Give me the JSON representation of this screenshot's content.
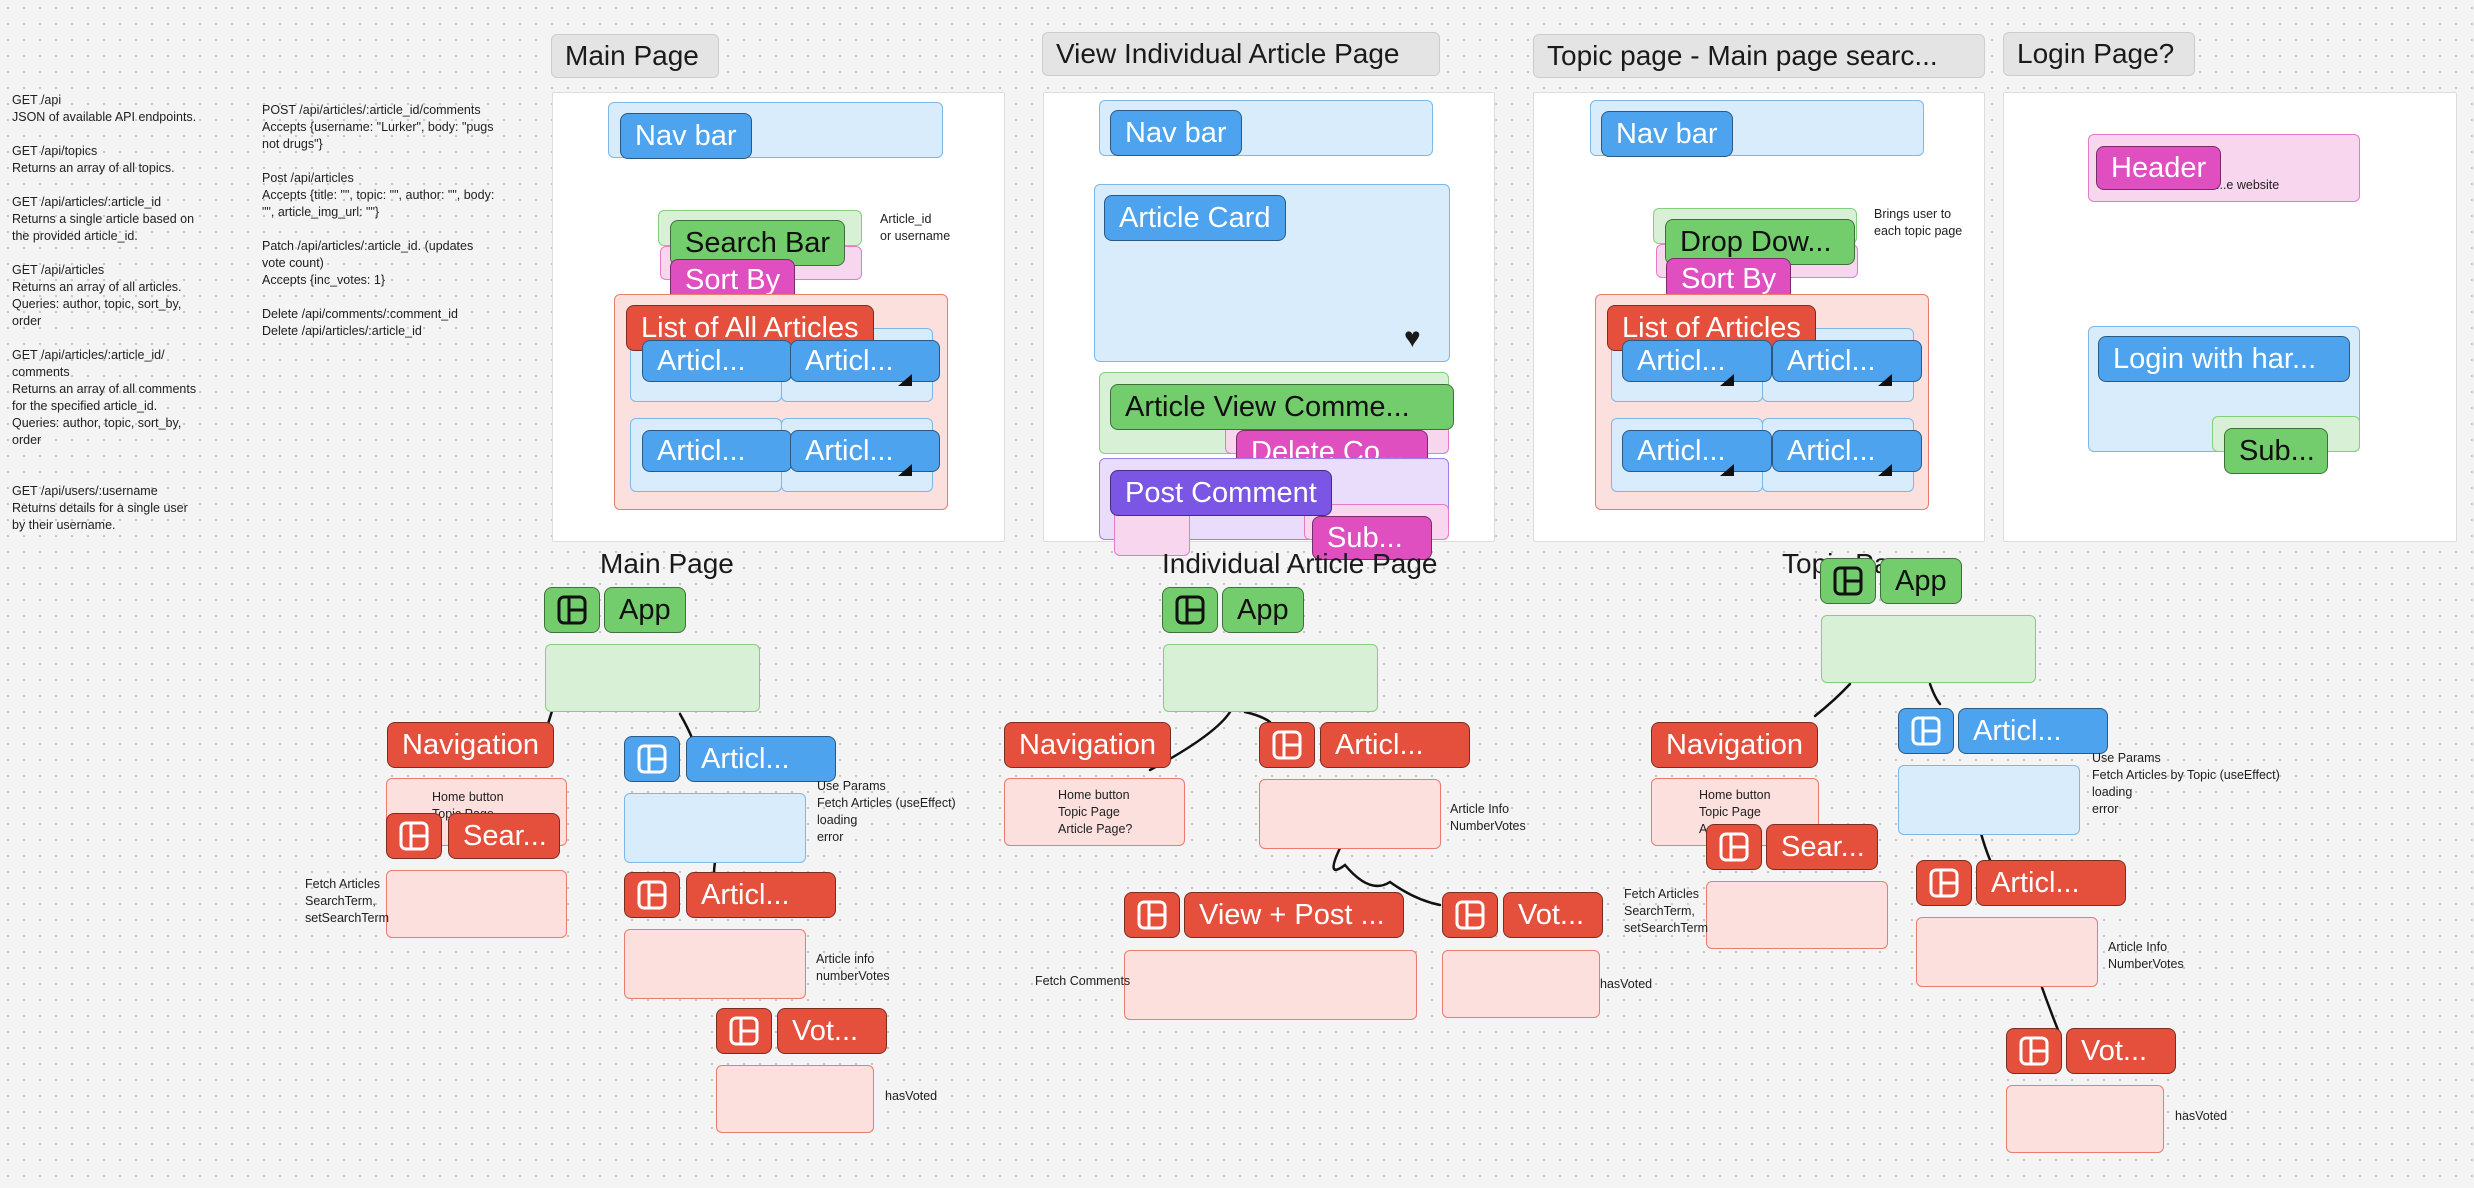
{
  "notes": {
    "api_left": "GET /api\n JSON of available API endpoints.\n\nGET /api/topics\nReturns an array of all topics.\n\nGET /api/articles/:article_id\nReturns a single article based on\nthe provided article_id.\n\nGET /api/articles\nReturns an array of all articles.\nQueries: author, topic, sort_by,\norder\n\nGET /api/articles/:article_id/\ncomments\nReturns an array of all comments\nfor the specified article_id.\nQueries: author, topic, sort_by,\norder\n\n\nGET /api/users/:username\nReturns details for a single user\nby their username.",
    "api_right": "POST /api/articles/:article_id/comments\nAccepts {username: \"Lurker\", body: \"pugs\nnot drugs\"}\n\nPost /api/articles\nAccepts {title: \"\", topic: \"\", author: \"\", body:\n\"\", article_img_url: \"\"}\n\nPatch /api/articles/:article_id.   (updates\nvote count)\nAccepts {inc_votes: 1}\n\nDelete /api/comments/:comment_id\nDelete /api/articles/:article_id"
  },
  "frames": {
    "main": {
      "title": "Main Page",
      "nav": "Nav bar",
      "search": "Search Bar",
      "sort": "Sort By",
      "list": "List of All Articles",
      "article": "Articl...",
      "side_note": "Article_id\nor username"
    },
    "article": {
      "title": "View Individual Article Page",
      "nav": "Nav bar",
      "card": "Article Card",
      "comments": "Article View Comme...",
      "delete": "Delete Co...",
      "post": "Post Comment",
      "submit": "Sub..."
    },
    "topic": {
      "title": "Topic page - Main page searc...",
      "nav": "Nav bar",
      "dropdown": "Drop Dow...",
      "sort": "Sort By",
      "list": "List of Articles",
      "article": "Articl...",
      "side_note": "Brings user to\neach topic page"
    },
    "login": {
      "title": "Login Page?",
      "header": "Header",
      "header_note": "...e website",
      "login": "Login with har...",
      "submit": "Sub..."
    }
  },
  "trees": {
    "main": {
      "title": "Main Page",
      "app": "App",
      "navigation": "Navigation",
      "nav_note": "Home button\nTopic Page",
      "search": "Sear...",
      "search_note": "Fetch Articles\nSearchTerm,\nsetSearchTerm",
      "articles": "Articl...",
      "articles_note": "Use Params\nFetch Articles (useEffect)\nloading\nerror",
      "article": "Articl...",
      "article_note": "Article info\nnumberVotes",
      "vote": "Vot...",
      "vote_note": "hasVoted"
    },
    "article": {
      "title": "Individual Article Page",
      "app": "App",
      "navigation": "Navigation",
      "nav_note": "Home button\nTopic Page\nArticle Page?",
      "article": "Articl...",
      "article_note": "Article Info\nNumberVotes",
      "view_post": "View + Post ...",
      "view_note": "Fetch Comments",
      "vote": "Vot...",
      "vote_note": "hasVoted"
    },
    "topic": {
      "title": "Topic Pa...",
      "app": "App",
      "navigation": "Navigation",
      "nav_note": "Home button\nTopic Page\nA...",
      "search": "Sear...",
      "search_note": "Fetch Articles\nSearchTerm,\nsetSearchTerm",
      "articles": "Articl...",
      "articles_note": "Use Params\nFetch Articles by Topic (useEffect)\nloading\nerror",
      "article": "Articl...",
      "article_note": "Article Info\nNumberVotes",
      "vote": "Vot...",
      "vote_note": "hasVoted"
    }
  },
  "icons": {
    "component": "layout-panel-icon",
    "heart": "heart-icon",
    "corner": "corner-marker-icon"
  },
  "colors": {
    "blue": "#4da3ee",
    "green": "#73cd6c",
    "pink": "#e04fbf",
    "red": "#e4503c",
    "purple": "#7b55e3"
  }
}
